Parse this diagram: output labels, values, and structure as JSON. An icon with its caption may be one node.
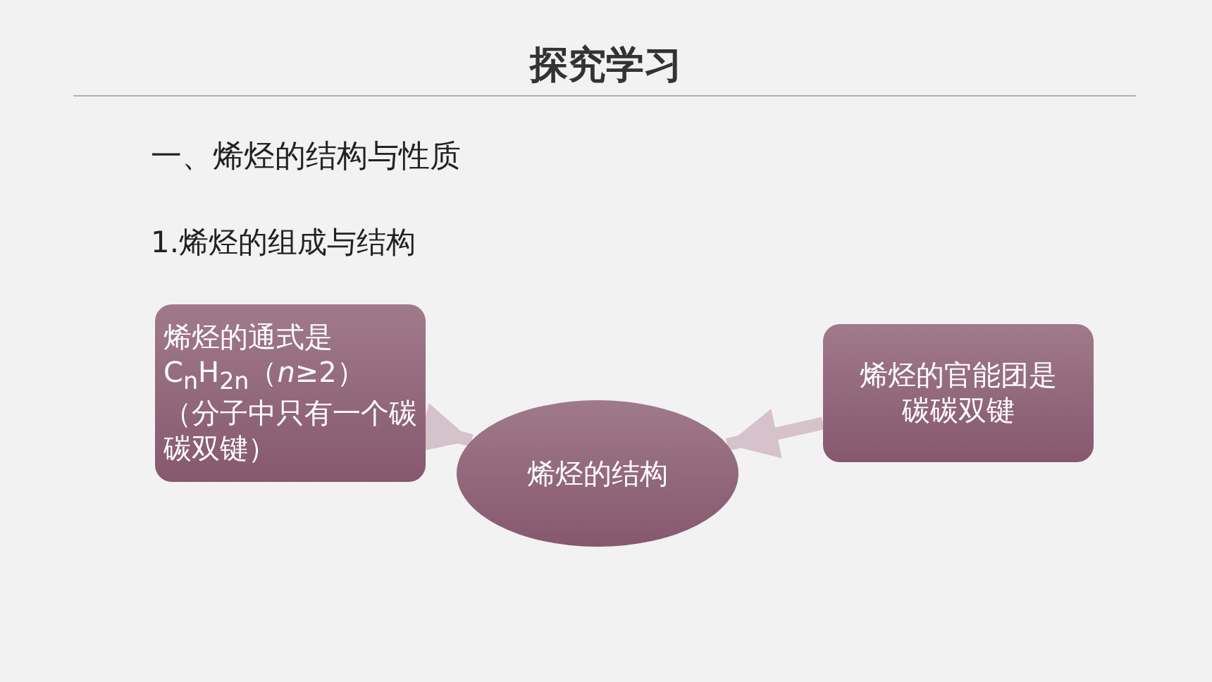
{
  "diagram": {
    "title": "探究学习",
    "nodes": [
      {
        "text": [
          "烯烃的通式是C$_{n}$H$_{2n}$（*n*≥2）（分子中只有一个碳碳双键）"
        ]
      },
      {
        "text": [
          "烯烃的结构"
        ]
      },
      {
        "text": [
          "烯烃的官能团是碳碳双键"
        ]
      }
    ],
    "edges": [
      {
        "from": 0,
        "to": 1,
        "arrow": "to"
      },
      {
        "from": 2,
        "to": 1,
        "arrow": "to"
      }
    ],
    "labels": [
      "一、烯烃的结构与性质",
      "1.烯烃的组成与结构"
    ]
  }
}
